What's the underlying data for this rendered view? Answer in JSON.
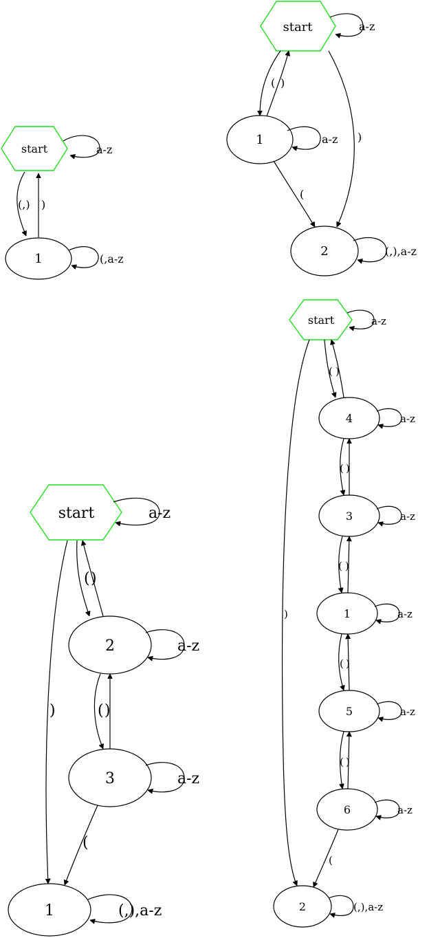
{
  "diagrams": [
    {
      "name": "automaton-a",
      "nodes": {
        "start": "start",
        "n1": "1"
      },
      "labels": {
        "start_loop": "a-z",
        "start_n1": "(,)",
        "n1_start": ")",
        "n1_loop": "(,a-z"
      }
    },
    {
      "name": "automaton-b",
      "nodes": {
        "start": "start",
        "n1": "1",
        "n2": "2"
      },
      "labels": {
        "start_loop": "a-z",
        "start_n1": "(",
        "n1_start": ")",
        "n1_loop": "a-z",
        "start_n2": ")",
        "n1_n2": "(",
        "n2_loop": "(,),a-z"
      }
    },
    {
      "name": "automaton-c",
      "nodes": {
        "start": "start",
        "n2": "2",
        "n3": "3",
        "n1": "1"
      },
      "labels": {
        "start_loop": "a-z",
        "start_n2": "(",
        "n2_start": ")",
        "n2_loop": "a-z",
        "n2_n3": "(",
        "n3_n2": ")",
        "n3_loop": "a-z",
        "start_n1": ")",
        "n3_n1": "(",
        "n1_loop": "(,),a-z"
      }
    },
    {
      "name": "automaton-d",
      "nodes": {
        "start": "start",
        "n4": "4",
        "n3": "3",
        "n1": "1",
        "n5": "5",
        "n6": "6",
        "n2": "2"
      },
      "labels": {
        "start_loop": "a-z",
        "start_n4": "(",
        "n4_start": ")",
        "n4_loop": "a-z",
        "n4_n3": "(",
        "n3_n4": ")",
        "n3_loop": "a-z",
        "n3_n1": "(",
        "n1_n3": ")",
        "n1_loop": "a-z",
        "n1_n5": "(",
        "n5_n1": ")",
        "n5_loop": "a-z",
        "n5_n6": "(",
        "n6_n5": ")",
        "n6_loop": "a-z",
        "start_n2": ")",
        "n6_n2": "(",
        "n2_loop": "(,),a-z"
      }
    }
  ]
}
